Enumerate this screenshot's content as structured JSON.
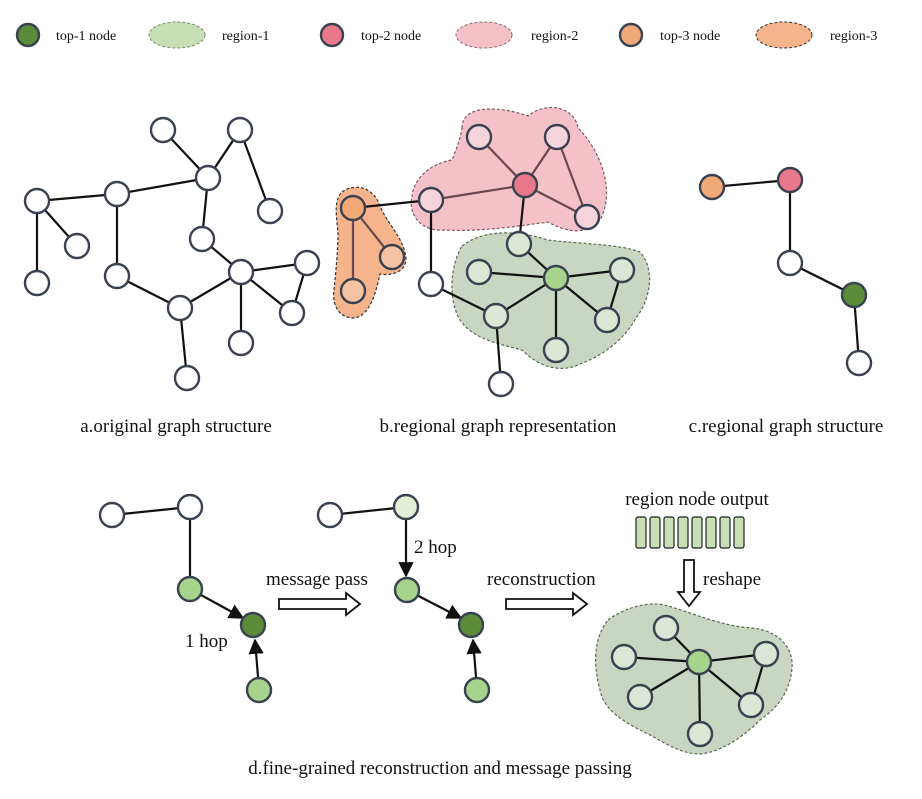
{
  "legend": {
    "top1": "top-1 node",
    "region1": "region-1",
    "top2": "top-2 node",
    "region2": "region-2",
    "top3": "top-3 node",
    "region3": "region-3"
  },
  "captions": {
    "a": "a.original graph structure",
    "b": "b.regional graph representation",
    "c": "c.regional graph structure",
    "d": "d.fine-grained reconstruction and message passing"
  },
  "labels": {
    "hop1": "1 hop",
    "hop2": "2 hop",
    "message_pass": "message pass",
    "reconstruction": "reconstruction",
    "region_node_output": "region node output",
    "reshape": "reshape"
  },
  "colors": {
    "top1": "#5b8c3a",
    "top2": "#e9788a",
    "top3": "#f2a978",
    "region1": "#c6dfb5",
    "region2": "#f4c1c9",
    "region3": "#f5b48b",
    "region1_shade": "#c9d6c2",
    "light_green": "#a7d48c",
    "pale_green": "#e2efd6",
    "white": "#ffffff"
  }
}
